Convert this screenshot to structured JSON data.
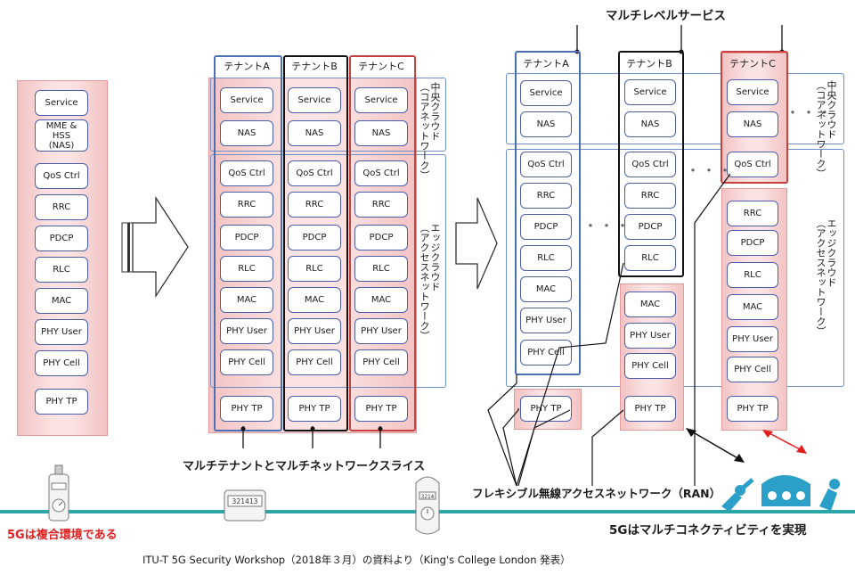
{
  "top_title": "マルチレベルサービス",
  "left_column": {
    "layers": [
      "Service",
      "MME & HSS\n(NAS)",
      "QoS Ctrl",
      "RRC",
      "PDCP",
      "RLC",
      "MAC",
      "PHY User",
      "PHY Cell",
      "PHY TP"
    ]
  },
  "middle": {
    "tenants": [
      "テナントA",
      "テナントB",
      "テナントC"
    ],
    "layers": [
      "Service",
      "NAS",
      "QoS Ctrl",
      "RRC",
      "PDCP",
      "RLC",
      "MAC",
      "PHY User",
      "PHY Cell",
      "PHY TP"
    ],
    "central_cloud_label": "中央クラウド\n（コアネットワーク）",
    "edge_cloud_label": "エッジクラウド\n（アクセスネットワーク）",
    "caption": "マルチテナントとマルチネットワークスライス"
  },
  "right": {
    "tenants": [
      "テナントA",
      "テナントB",
      "テナントC"
    ],
    "tenant_a_layers": [
      "Service",
      "NAS",
      "QoS Ctrl",
      "RRC",
      "PDCP",
      "RLC",
      "MAC",
      "PHY User",
      "PHY Cell",
      "PHY TP"
    ],
    "tenant_b_layers": [
      "Service",
      "NAS",
      "QoS Ctrl",
      "RRC",
      "PDCP",
      "RLC",
      "MAC",
      "PHY User",
      "PHY Cell",
      "PHY TP"
    ],
    "tenant_c_layers": [
      "Service",
      "NAS",
      "QoS Ctrl",
      "RRC",
      "PDCP",
      "RLC",
      "MAC",
      "PHY User",
      "PHY Cell",
      "PHY TP"
    ],
    "central_cloud_label": "中央クラウド\n（コアネットワーク）",
    "edge_cloud_label": "エッジクラウド\n（アクセスネットワーク）",
    "ran_caption": "フレキシブル無線アクセスネットワーク（RAN）",
    "ellipsis": "・・・"
  },
  "bottom": {
    "left_note": "5Gは複合環境である",
    "right_note": "5Gはマルチコネクティビティを実現",
    "source": "ITU-T 5G Security Workshop（2018年３月）の資料より（King's College London 発表）",
    "meter_label": "321413",
    "meter2_label": "3214"
  },
  "colors": {
    "tenant_blue": "#4a6fb5",
    "tenant_black": "#111111",
    "tenant_red": "#c84040",
    "slice_pink": "#f6cccc",
    "cloud_outline": "#6f8fc4",
    "red_note": "#e02020",
    "ground_line": "#2aa6a6",
    "robot_teal": "#2a9fc7"
  }
}
